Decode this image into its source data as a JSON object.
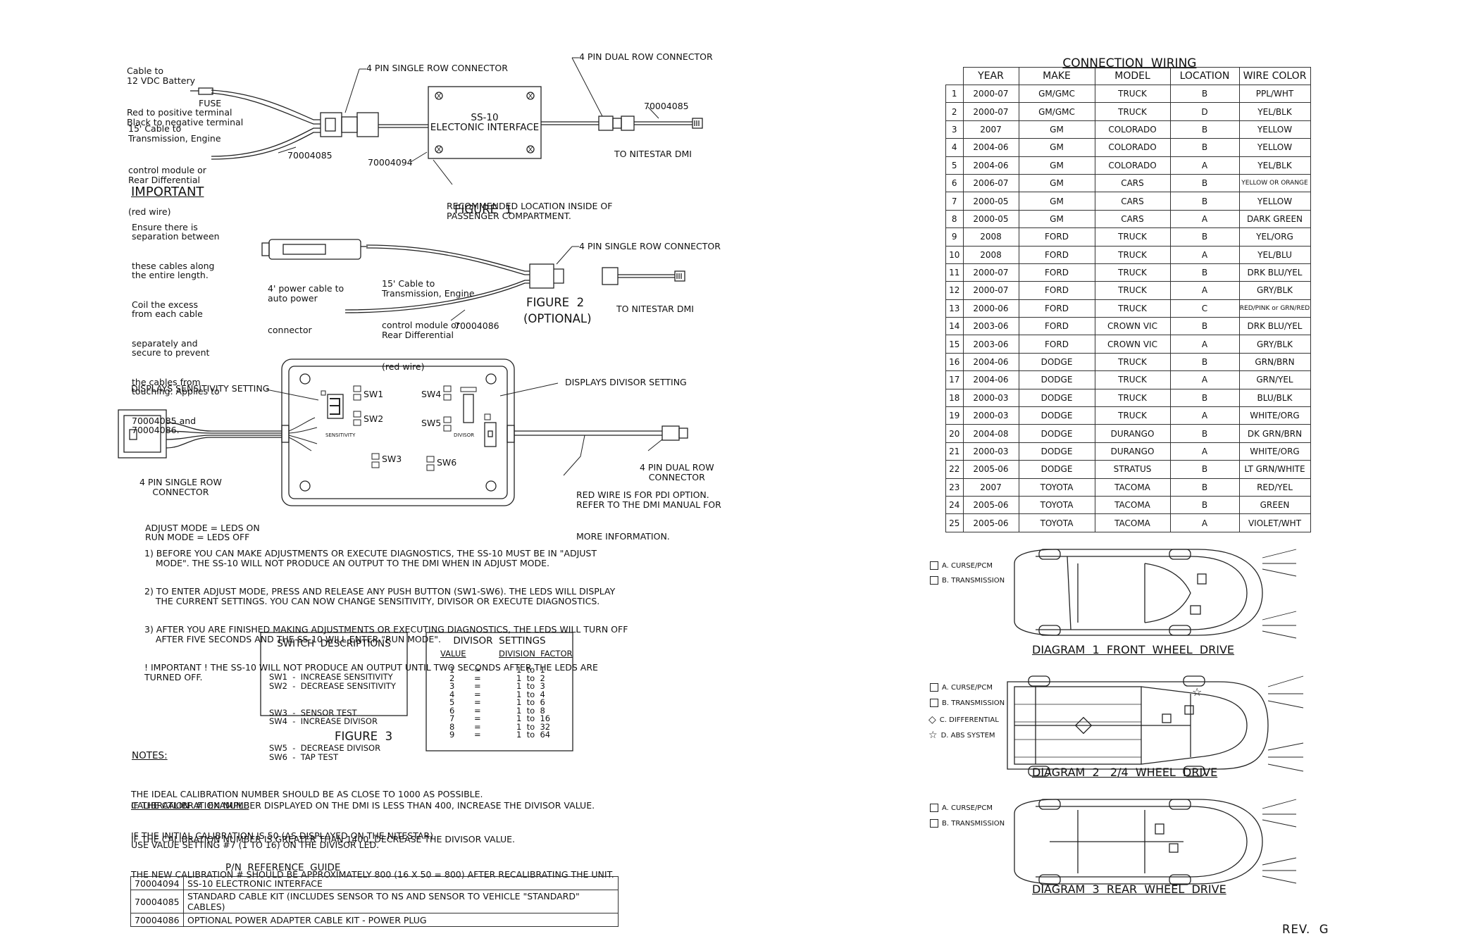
{
  "figure1": {
    "battery_note": [
      "Cable to",
      "12 VDC Battery",
      "Red to positive terminal",
      "Black to negative terminal"
    ],
    "fuse_label": "FUSE",
    "cable15_note": [
      "15' Cable to",
      "Transmission, Engine",
      "control module or",
      "Rear Differential",
      "(red wire)"
    ],
    "connector_single": "4 PIN SINGLE ROW CONNECTOR",
    "connector_dual": "4 PIN DUAL ROW CONNECTOR",
    "box_title": "SS-10",
    "box_sub": "ELECTONIC INTERFACE",
    "pn_a": "70004085",
    "pn_b": "70004094",
    "pn_c": "70004085",
    "to_dmi": "TO NITESTAR DMI",
    "recommended": [
      "RECOMMENDED LOCATION INSIDE OF",
      "PASSENGER COMPARTMENT."
    ],
    "caption": "FIGURE  1"
  },
  "important": {
    "title": "IMPORTANT",
    "text": [
      "Ensure there is",
      "separation between",
      "these cables along",
      "the entire length.",
      "Coil the excess",
      "from each cable",
      "separately and",
      "secure to prevent",
      "the cables from",
      "touching. Applies to",
      "70004085 and",
      "70004086."
    ]
  },
  "figure2": {
    "power_cable": [
      "4' power cable to",
      "auto power",
      "connector"
    ],
    "cable15_note": [
      "15' Cable to",
      "Transmission, Engine",
      "control module or",
      "Rear Differential",
      "(red wire)"
    ],
    "connector_single": "4 PIN SINGLE ROW CONNECTOR",
    "to_dmi": "TO NITESTAR DMI",
    "pn": "70004086",
    "caption": "FIGURE  2",
    "caption_sub": "(OPTIONAL)"
  },
  "figure3": {
    "displays_sensitivity": "DISPLAYS SENSITIVITY SETTING",
    "displays_divisor": "DISPLAYS DIVISOR SETTING",
    "single_row": [
      "4 PIN SINGLE ROW",
      "CONNECTOR"
    ],
    "dual_row": [
      "4 PIN DUAL ROW",
      "CONNECTOR"
    ],
    "red_wire": [
      "RED WIRE IS FOR PDI OPTION.",
      "REFER TO THE DMI MANUAL FOR",
      "MORE INFORMATION."
    ],
    "sw1": "SW1",
    "sw2": "SW2",
    "sw3": "SW3",
    "sw4": "SW4",
    "sw5": "SW5",
    "sw6": "SW6",
    "sensitivity": "SENSITIVITY",
    "divisor": "DIVISOR",
    "caption": "FIGURE  3"
  },
  "modes": [
    "ADJUST MODE = LEDS ON",
    "RUN MODE = LEDS OFF"
  ],
  "instructions": [
    "1) BEFORE YOU CAN MAKE ADJUSTMENTS OR EXECUTE DIAGNOSTICS, THE SS-10 MUST BE IN \"ADJUST",
    "    MODE\". THE SS-10 WILL NOT PRODUCE AN OUTPUT TO THE DMI WHEN IN ADJUST MODE.",
    "2) TO ENTER ADJUST MODE, PRESS AND RELEASE ANY PUSH BUTTON (SW1-SW6). THE LEDS WILL DISPLAY",
    "    THE CURRENT SETTINGS. YOU CAN NOW CHANGE SENSITIVITY, DIVISOR OR EXECUTE DIAGNOSTICS.",
    "3) AFTER YOU ARE FINISHED MAKING ADJUSTMENTS OR EXECUTING DIAGNOSTICS, THE LEDS WILL TURN OFF",
    "    AFTER FIVE SECONDS AND THE SS-10 WILL ENTER \"RUN MODE\".",
    "! IMPORTANT ! THE SS-10 WILL NOT PRODUCE AN OUTPUT UNTIL TWO SECONDS AFTER THE LEDS ARE",
    "TURNED OFF."
  ],
  "switch_descriptions": {
    "title": "SWITCH  DESCRIPTIONS",
    "items": [
      "SW1  -  INCREASE SENSITIVITY",
      "SW2  -  DECREASE SENSITIVITY",
      "SW3  -  SENSOR TEST",
      "SW4  -  INCREASE DIVISOR",
      "SW5  -  DECREASE DIVISOR",
      "SW6  -  TAP TEST"
    ]
  },
  "divisor_settings": {
    "title": "DIVISOR  SETTINGS",
    "col_value": "VALUE",
    "col_factor": "DIVISION  FACTOR",
    "rows": [
      {
        "value": "1",
        "eq": "=",
        "factor": "1  to  1"
      },
      {
        "value": "2",
        "eq": "=",
        "factor": "1  to  2"
      },
      {
        "value": "3",
        "eq": "=",
        "factor": "1  to  3"
      },
      {
        "value": "4",
        "eq": "=",
        "factor": "1  to  4"
      },
      {
        "value": "5",
        "eq": "=",
        "factor": "1  to  6"
      },
      {
        "value": "6",
        "eq": "=",
        "factor": "1  to  8"
      },
      {
        "value": "7",
        "eq": "=",
        "factor": "1  to  16"
      },
      {
        "value": "8",
        "eq": "=",
        "factor": "1  to  32"
      },
      {
        "value": "9",
        "eq": "=",
        "factor": "1  to  64"
      }
    ]
  },
  "notes": {
    "title": "NOTES:",
    "lines": [
      "THE IDEAL CALIBRATION NUMBER SHOULD BE AS CLOSE TO 1000 AS POSSIBLE.",
      "IF THE CALIBRATION NUMBER DISPLAYED ON THE DMI IS LESS THAN 400, INCREASE THE DIVISOR VALUE.",
      "IF THE CALIBRATION NUMBER IS GREATER THAN 1400, DECREASE THE DIVISOR VALUE."
    ],
    "example_title": "CALIBRATION  #  EXAMPLE",
    "example_lines": [
      "IF THE INITIAL CALIBRATION IS 50 (AS DISPLAYED ON THE NITESTAR)",
      "USE VALUE SETTING #7 (1 TO 16) ON THE DIVISOR LED.",
      "THE NEW CALIBRATION # SHOULD BE APPROXIMATELY 800 (16 X 50 = 800) AFTER RECALIBRATING THE UNIT."
    ]
  },
  "pn_guide": {
    "title": "P/N  REFERENCE  GUIDE",
    "rows": [
      {
        "pn": "70004094",
        "desc": "SS-10  ELECTRONIC  INTERFACE"
      },
      {
        "pn": "70004085",
        "desc": "STANDARD CABLE KIT (INCLUDES SENSOR TO NS AND SENSOR TO VEHICLE \"STANDARD\" CABLES)"
      },
      {
        "pn": "70004086",
        "desc": "OPTIONAL  POWER  ADAPTER  CABLE  KIT  -  POWER  PLUG"
      }
    ]
  },
  "connection_wiring": {
    "title": "CONNECTION  WIRING",
    "headers": [
      "YEAR",
      "MAKE",
      "MODEL",
      "LOCATION",
      "WIRE  COLOR"
    ],
    "rows": [
      [
        "1",
        "2000-07",
        "GM/GMC",
        "TRUCK",
        "B",
        "PPL/WHT"
      ],
      [
        "2",
        "2000-07",
        "GM/GMC",
        "TRUCK",
        "D",
        "YEL/BLK"
      ],
      [
        "3",
        "2007",
        "GM",
        "COLORADO",
        "B",
        "YELLOW"
      ],
      [
        "4",
        "2004-06",
        "GM",
        "COLORADO",
        "B",
        "YELLOW"
      ],
      [
        "5",
        "2004-06",
        "GM",
        "COLORADO",
        "A",
        "YEL/BLK"
      ],
      [
        "6",
        "2006-07",
        "GM",
        "CARS",
        "B",
        "YELLOW OR ORANGE"
      ],
      [
        "7",
        "2000-05",
        "GM",
        "CARS",
        "B",
        "YELLOW"
      ],
      [
        "8",
        "2000-05",
        "GM",
        "CARS",
        "A",
        "DARK  GREEN"
      ],
      [
        "9",
        "2008",
        "FORD",
        "TRUCK",
        "B",
        "YEL/ORG"
      ],
      [
        "10",
        "2008",
        "FORD",
        "TRUCK",
        "A",
        "YEL/BLU"
      ],
      [
        "11",
        "2000-07",
        "FORD",
        "TRUCK",
        "B",
        "DRK  BLU/YEL"
      ],
      [
        "12",
        "2000-07",
        "FORD",
        "TRUCK",
        "A",
        "GRY/BLK"
      ],
      [
        "13",
        "2000-06",
        "FORD",
        "TRUCK",
        "C",
        "RED/PINK or GRN/RED"
      ],
      [
        "14",
        "2003-06",
        "FORD",
        "CROWN  VIC",
        "B",
        "DRK  BLU/YEL"
      ],
      [
        "15",
        "2003-06",
        "FORD",
        "CROWN  VIC",
        "A",
        "GRY/BLK"
      ],
      [
        "16",
        "2004-06",
        "DODGE",
        "TRUCK",
        "B",
        "GRN/BRN"
      ],
      [
        "17",
        "2004-06",
        "DODGE",
        "TRUCK",
        "A",
        "GRN/YEL"
      ],
      [
        "18",
        "2000-03",
        "DODGE",
        "TRUCK",
        "B",
        "BLU/BLK"
      ],
      [
        "19",
        "2000-03",
        "DODGE",
        "TRUCK",
        "A",
        "WHITE/ORG"
      ],
      [
        "20",
        "2004-08",
        "DODGE",
        "DURANGO",
        "B",
        "DK  GRN/BRN"
      ],
      [
        "21",
        "2000-03",
        "DODGE",
        "DURANGO",
        "A",
        "WHITE/ORG"
      ],
      [
        "22",
        "2005-06",
        "DODGE",
        "STRATUS",
        "B",
        "LT  GRN/WHITE"
      ],
      [
        "23",
        "2007",
        "TOYOTA",
        "TACOMA",
        "B",
        "RED/YEL"
      ],
      [
        "24",
        "2005-06",
        "TOYOTA",
        "TACOMA",
        "B",
        "GREEN"
      ],
      [
        "25",
        "2005-06",
        "TOYOTA",
        "TACOMA",
        "A",
        "VIOLET/WHT"
      ]
    ]
  },
  "diagrams": {
    "d1": {
      "caption": "DIAGRAM  1  FRONT  WHEEL  DRIVE",
      "legend": [
        "A.  CURSE/PCM",
        "B.  TRANSMISSION"
      ]
    },
    "d2": {
      "caption": "DIAGRAM  2   2/4  WHEEL  DRIVE",
      "legend": [
        "A.  CURSE/PCM",
        "B.  TRANSMISSION",
        "C.  DIFFERENTIAL",
        "D.  ABS  SYSTEM"
      ]
    },
    "d3": {
      "caption": "DIAGRAM  3  REAR  WHEEL  DRIVE",
      "legend": [
        "A.  CURSE/PCM",
        "B.  TRANSMISSION"
      ]
    }
  },
  "markers": {
    "a": "A",
    "b": "B",
    "c": "C",
    "d": "D"
  },
  "revision": "REV.  G"
}
